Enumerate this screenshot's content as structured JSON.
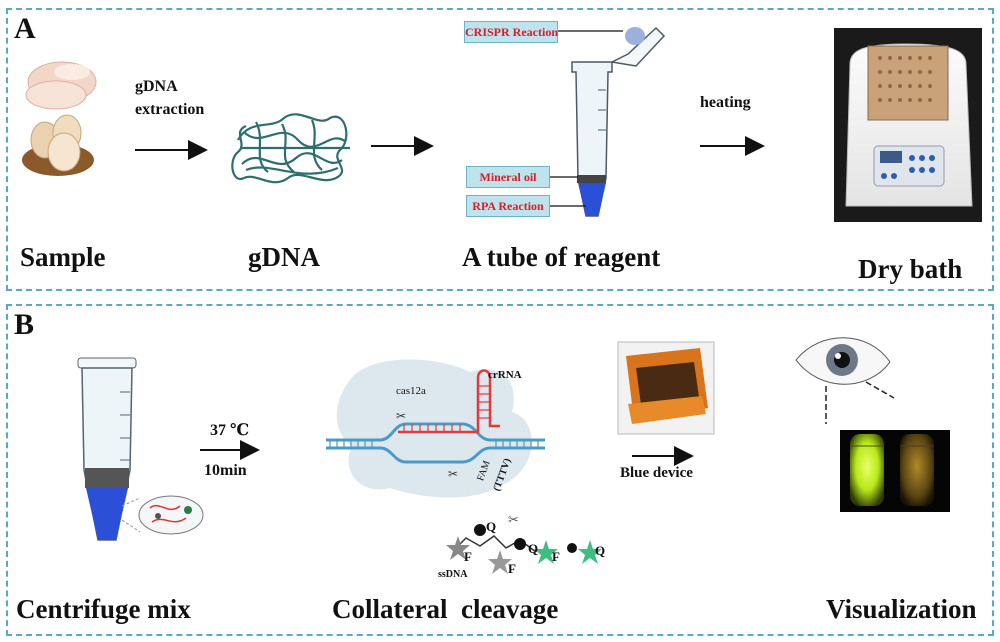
{
  "panel_a": {
    "letter": "A",
    "step1_label": "gDNA",
    "step1_label2": "extraction",
    "step3_label": "heating",
    "captions": {
      "sample": "Sample",
      "gdna": "gDNA",
      "tube": "A tube of reagent",
      "dry_bath": "Dry bath"
    },
    "tube_labels": {
      "crispr": "CRISPR Reaction",
      "mineral_oil": "Mineral oil",
      "rpa": "RPA Reaction"
    }
  },
  "panel_b": {
    "letter": "B",
    "temp": "37 ℃",
    "time": "10min",
    "device_label": "Blue device",
    "cas_label": "cas12a",
    "crrna_label": "crRNA",
    "fam_label": "FAM",
    "tttv_label": "(TTTV)",
    "ssdna_label": "ssDNA",
    "reporter_letters": [
      "F",
      "Q",
      "F",
      "Q",
      "F",
      "Q"
    ],
    "captions": {
      "centrifuge": "Centrifuge mix",
      "cleavage": "Collateral  cleavage",
      "visualization": "Visualization"
    }
  },
  "colors": {
    "panel_border": "#5aa9c2",
    "label_fill": "#bfe3ec",
    "label_text": "#d21f2a",
    "dna_strand": "#4a9cc7",
    "crrna": "#e23a3a",
    "reagent_blue": "#2b4fd6",
    "fluorescence": "#c8f01e"
  }
}
